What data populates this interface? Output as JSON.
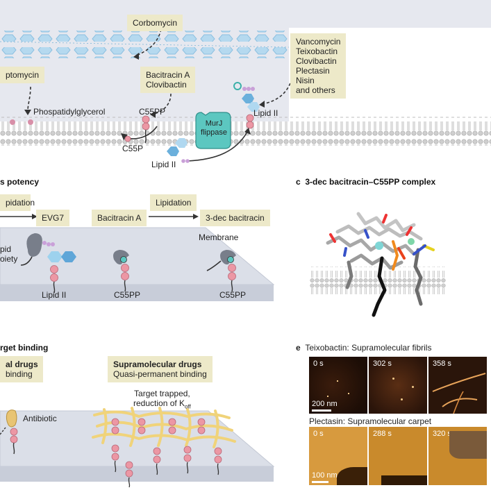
{
  "panel_a": {
    "corbomycin": "Corbomycin",
    "daptomycin": "ptomycin",
    "bacitracin": "Bacitracin A\nClovibactin",
    "right_list": "Vancomycin\nTeixobactin\nClovibactin\nPlectasin\nNisin\nand others",
    "phospholipid": "Phospatidylglycerol",
    "c55pp": "C55PP",
    "c55p": "C55P",
    "murj": "MurJ\nflippase",
    "lipid2_top": "Lipid II",
    "lipid2_bottom": "Lipid II"
  },
  "panel_b": {
    "heading": "s potency",
    "lipidation_left": "pidation",
    "evg7": "EVG7",
    "bacitracin_a": "Bacitracin A",
    "lipidation": "Lipidation",
    "dec_bacitracin": "3-dec bacitracin",
    "membrane": "Membrane",
    "lipid_moiety_1": "pid",
    "lipid_moiety_2": "oiety",
    "lipid2": "Lipid II",
    "c55pp_1": "C55PP",
    "c55pp_2": "C55PP"
  },
  "panel_c": {
    "letter": "c",
    "heading": "3-dec bacitracin–C55PP complex"
  },
  "panel_d": {
    "heading": "rget binding",
    "left_box_1": "al drugs",
    "left_box_2": "binding",
    "supra_title": "Supramolecular drugs",
    "supra_sub": "Quasi-permanent binding",
    "trapped_1": "Target trapped,",
    "trapped_2": "reduction of K",
    "koff_sub": "off",
    "antibiotic": "Antibiotic"
  },
  "panel_e": {
    "letter": "e",
    "teixo_caption": "Teixobactin: Supramolecular fibrils",
    "plect_caption": "Plectasin: Supramolecular carpet",
    "times_top": [
      "0 s",
      "302 s",
      "358 s"
    ],
    "times_bottom": [
      "0 s",
      "288 s",
      "320 s"
    ],
    "scale_top": "200 nm",
    "scale_bottom": "100 nm"
  },
  "colors": {
    "label_box": "#ede9c9",
    "peptidoglycan": "#aad4ec",
    "membrane_slab": "#dbdfe8",
    "bead_pink": "#e99aa2",
    "murj_teal": "#5cc7c0",
    "afm_dark": "#1c0d06",
    "afm_gold": "#c98a2c"
  }
}
